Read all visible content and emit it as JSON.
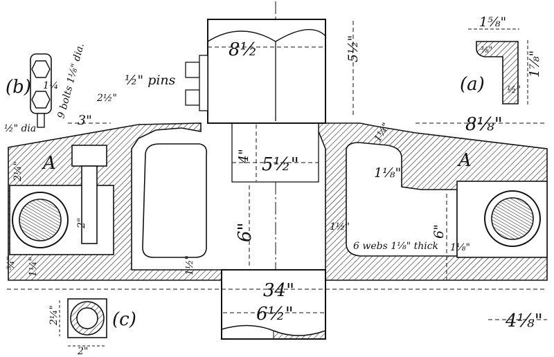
{
  "labels": {
    "top_width": "8½",
    "top_height": "5½\"",
    "collar_height": "4\"",
    "collar_width": "5½\"",
    "shaft_length": "6\"",
    "right_web_gap": "1⅛\"",
    "right_top_slope": "1¼\"",
    "right_width": "8⅛\"",
    "A_left": "A",
    "A_right": "A",
    "left_top_dim": "2¼\"",
    "left_pin_dim": "2½\"",
    "pins_label": "½\" pins",
    "bolts_label": "9 bolts 1⅛\" dia.",
    "dim_3": "3\"",
    "dim_2_bolt": "2\"",
    "left_bottom_a": "¾\"",
    "left_bottom_b": "1¼\"",
    "web_thickness": "1½\"",
    "left_web_small": "1½\"",
    "webs_label": "6 webs 1⅛\" thick",
    "right_web_dim": "1⅛\"",
    "right_6": "6\"",
    "total_width": "34\"",
    "shaft_bottom": "6½\"",
    "right_bottom": "4⅛\"",
    "b_label": "(b)",
    "b_dim": "1¼",
    "b_dia": "½\" dia",
    "a_label": "(a)",
    "a_width": "1⅝\"",
    "a_inner": "⅜\"",
    "a_height": "1⅞\"",
    "a_small": "½\"",
    "c_label": "(c)",
    "c_height": "2¼\"",
    "c_width": "2\""
  }
}
